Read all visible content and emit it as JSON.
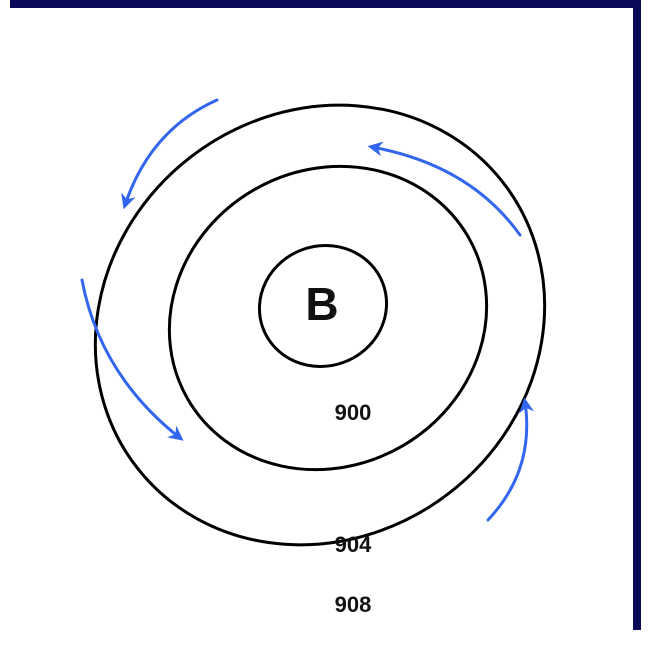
{
  "center": {
    "label": "B"
  },
  "isobars": [
    {
      "label": "900"
    },
    {
      "label": "904"
    },
    {
      "label": "908"
    }
  ],
  "colors": {
    "frame": "#0a0a5a",
    "isobar": "#000000",
    "arrow": "#3366ee",
    "text": "#111111"
  },
  "icons": [
    "curved-arrow-icon"
  ]
}
